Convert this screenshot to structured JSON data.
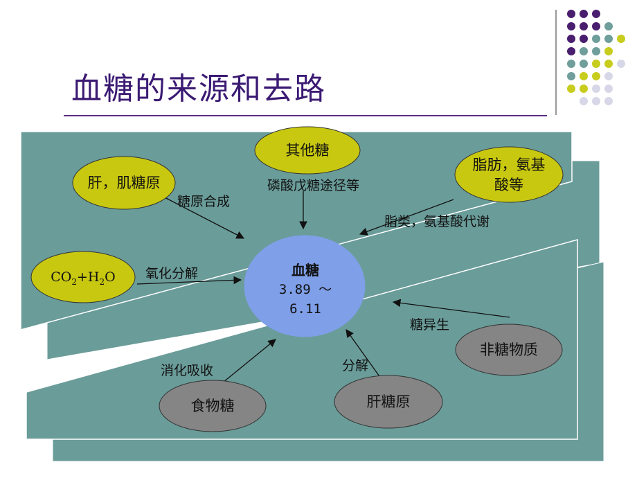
{
  "slide": {
    "title": "血糖的来源和去路"
  },
  "colors": {
    "panel": "#6a9c99",
    "yellow_node": "#c8c811",
    "gray_node": "#858585",
    "center_node": "#7f9fe8",
    "title": "#3b1a73",
    "dot_purple": "#4a1e6e",
    "dot_teal": "#6f9e9b",
    "dot_yellow": "#c8cc1c",
    "dot_lavender": "#d7d7e8"
  },
  "center": {
    "title": "血糖",
    "value_line1": "3.89 ～",
    "value_line2": "6.11"
  },
  "sources": {
    "liver_muscle_glycogen": "肝，肌糖原",
    "other_sugars": "其他糖",
    "fat_amino_line1": "脂肪，氨基",
    "fat_amino_line2": "酸等",
    "co2_h2o": {
      "a": "CO",
      "a_sub": "2",
      "b": "+H",
      "b_sub": "2",
      "c": "O"
    }
  },
  "sinks_and_sources_bottom": {
    "non_sugar": "非糖物质",
    "food_sugar": "食物糖",
    "liver_glycogen": "肝糖原"
  },
  "edges": {
    "glycogen_synthesis": "糖原合成",
    "pentose_pathway": "磷酸戊糖途径等",
    "lipid_amino_metabolism": "脂类，氨基酸代谢",
    "oxidative_decomposition": "氧化分解",
    "gluconeogenesis": "糖异生",
    "digestion_absorption": "消化吸收",
    "decomposition": "分解"
  }
}
